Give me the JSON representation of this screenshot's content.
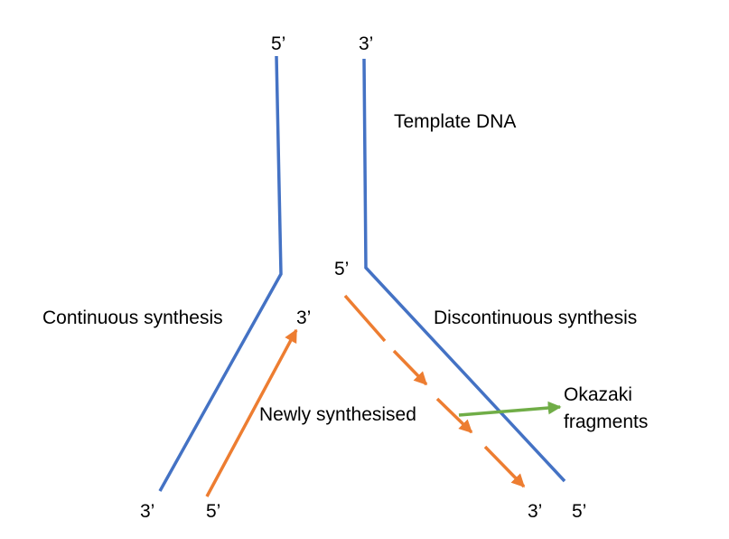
{
  "labels": {
    "top_left_end": "5’",
    "top_right_end": "3’",
    "template_dna": "Template DNA",
    "fork_right_end": "5’",
    "continuous_synthesis": "Continuous synthesis",
    "leading_tip_end": "3’",
    "discontinuous_synthesis": "Discontinuous synthesis",
    "newly_synthesised": "Newly synthesised",
    "okazaki_line1": "Okazaki",
    "okazaki_line2": "fragments",
    "bottom_left_end": "3’",
    "leading_start_end": "5’",
    "lagging_end": "3’",
    "bottom_right_end": "5’"
  },
  "colors": {
    "template_strand": "#4472C4",
    "new_strand": "#ED7D31",
    "pointer_arrow": "#70AD47",
    "text": "#000000"
  }
}
